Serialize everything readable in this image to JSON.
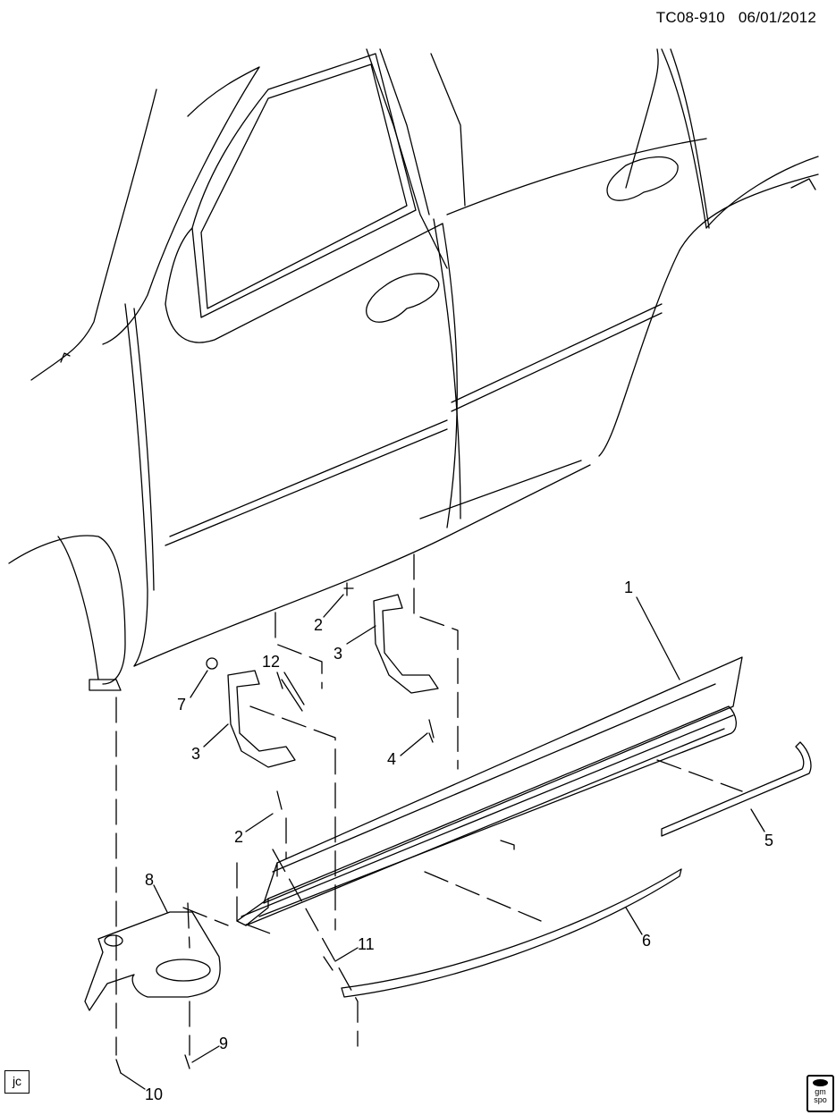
{
  "header": {
    "diagram_code": "TC08-910",
    "date": "06/01/2012"
  },
  "callouts": {
    "c1": "1",
    "c2a": "2",
    "c2b": "2",
    "c3a": "3",
    "c3b": "3",
    "c4": "4",
    "c5": "5",
    "c6": "6",
    "c7": "7",
    "c8": "8",
    "c9": "9",
    "c10": "10",
    "c11": "11",
    "c12": "12"
  },
  "footer": {
    "initials": "jc",
    "logo_text_1": "gm",
    "logo_text_2": "spo"
  }
}
